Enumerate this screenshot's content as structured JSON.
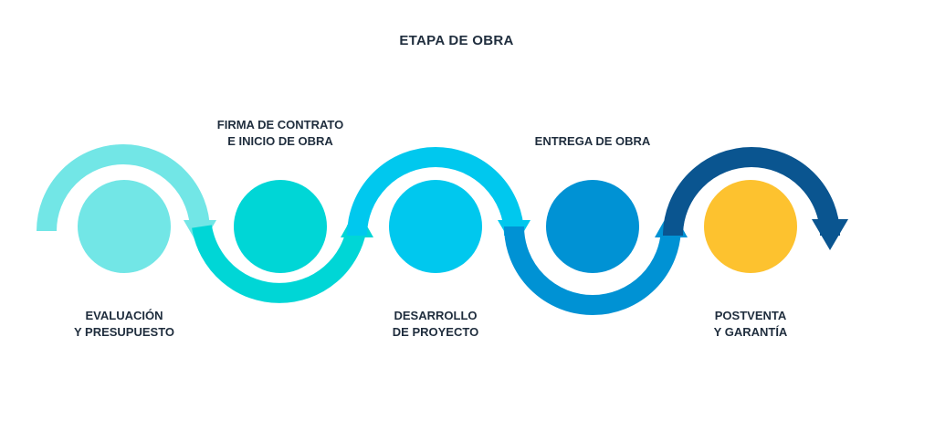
{
  "title": "ETAPA DE OBRA",
  "stages": [
    {
      "line1": "EVALUACIÓN",
      "line2": "Y PRESUPUESTO",
      "color": "#72e6e6"
    },
    {
      "line1": "FIRMA DE CONTRATO",
      "line2": "E INICIO DE OBRA",
      "color": "#00d6d6"
    },
    {
      "line1": "DESARROLLO",
      "line2": "DE PROYECTO",
      "color": "#00c8ee"
    },
    {
      "line1": "ENTREGA DE OBRA",
      "line2": "",
      "color": "#0092d4"
    },
    {
      "line1": "POSTVENTA",
      "line2": "Y GARANTÍA",
      "color": "#fdc22f"
    }
  ],
  "arrow_colors": [
    "#72e6e6",
    "#00d6d6",
    "#00c8ee",
    "#0092d4",
    "#0a5590"
  ]
}
